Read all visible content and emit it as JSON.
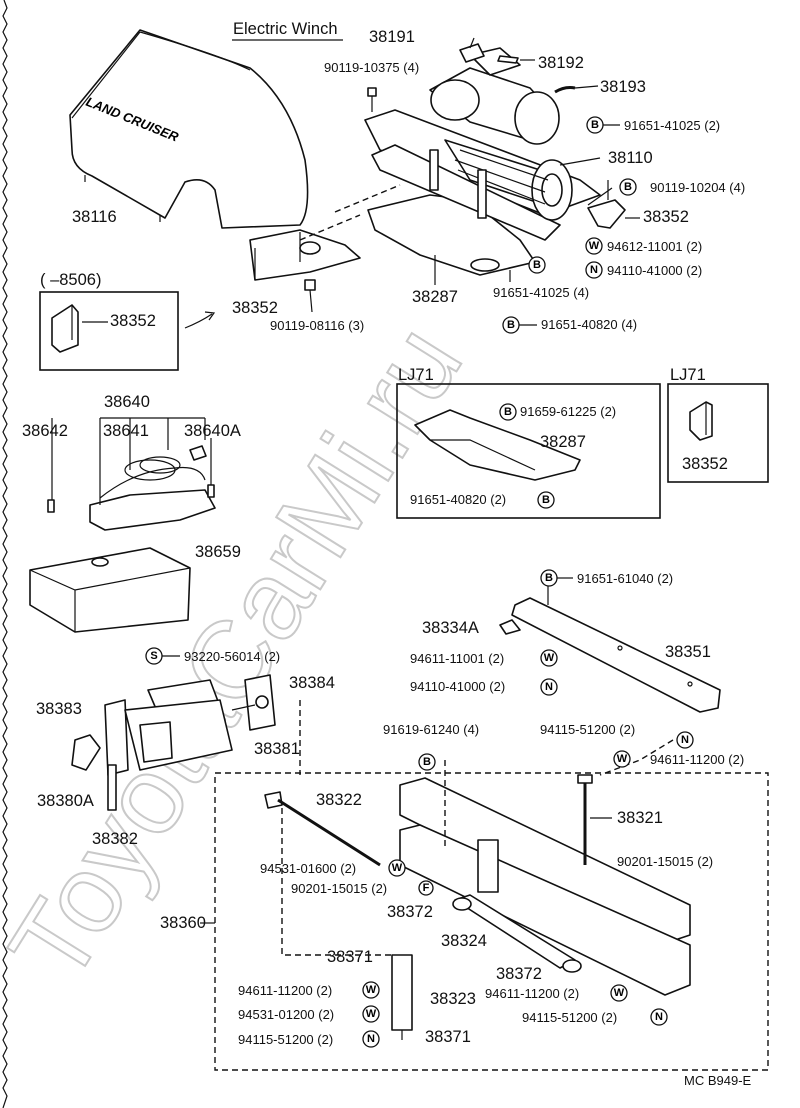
{
  "title": "Electric Winch",
  "watermark": "ToyotaCarMi.ru",
  "footer_code": "MC  B949-E",
  "variants": {
    "date": "(    –8506)",
    "lj71_a": "LJ71",
    "lj71_b": "LJ71"
  },
  "parts": {
    "p38116": "38116",
    "p38191": "38191",
    "p38192": "38192",
    "p38193": "38193",
    "p38110": "38110",
    "p38352": "38352",
    "p38287": "38287",
    "p38640": "38640",
    "p38641": "38641",
    "p38640A": "38640A",
    "p38642": "38642",
    "p38659": "38659",
    "p38334A": "38334A",
    "p38351": "38351",
    "p38383": "38383",
    "p38384": "38384",
    "p38381": "38381",
    "p38380A": "38380A",
    "p38382": "38382",
    "p38322": "38322",
    "p38321": "38321",
    "p38360": "38360",
    "p38372": "38372",
    "p38324": "38324",
    "p38371": "38371",
    "p38323": "38323"
  },
  "fasteners": {
    "f90119_10375": "90119-10375 (4)",
    "f91651_41025_2": "91651-41025 (2)",
    "f90119_10204": "90119-10204 (4)",
    "f94612_11001": "94612-11001 (2)",
    "f94110_41000_top": "94110-41000 (2)",
    "f91651_41025_4": "91651-41025 (4)",
    "f91651_40820_4": "91651-40820 (4)",
    "f90119_08116": "90119-08116 (3)",
    "f91659_61225": "91659-61225 (2)",
    "f91651_40820_2": "91651-40820 (2)",
    "f91651_61040": "91651-61040 (2)",
    "f94611_11001": "94611-11001 (2)",
    "f94110_41000_mid": "94110-41000 (2)",
    "f93220_56014": "93220-56014 (2)",
    "f91619_61240": "91619-61240 (4)",
    "f94115_51200_a": "94115-51200 (2)",
    "f94611_11200_a": "94611-11200 (2)",
    "f90201_15015_r": "90201-15015 (2)",
    "f94531_01600": "94531-01600 (2)",
    "f90201_15015_l": "90201-15015 (2)",
    "f94611_11200_b": "94611-11200 (2)",
    "f94611_11200_c": "94611-11200 (2)",
    "f94531_01200": "94531-01200 (2)",
    "f94115_51200_b": "94115-51200 (2)",
    "f94115_51200_c": "94115-51200 (2)"
  },
  "symbols": {
    "bolt": "B",
    "washer": "W",
    "nut": "N",
    "screw": "S",
    "lock": "F"
  },
  "badge": "LAND CRUISER"
}
